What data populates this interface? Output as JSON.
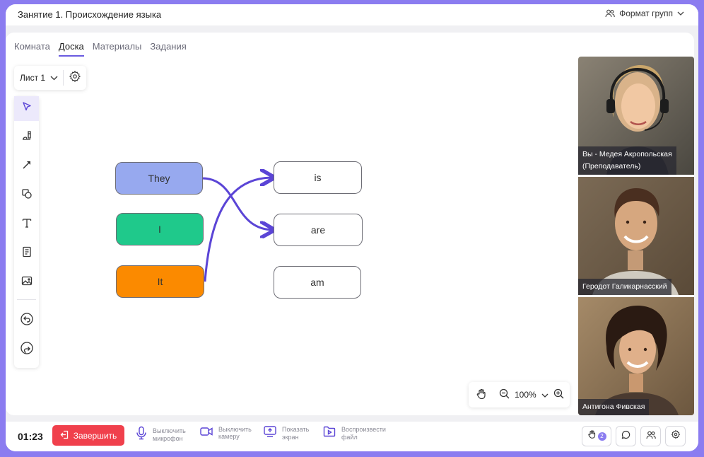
{
  "header": {
    "lesson_title": "Занятие 1. Происхождение языка",
    "group_format_label": "Формат групп"
  },
  "tabs": [
    {
      "label": "Комната"
    },
    {
      "label": "Доска"
    },
    {
      "label": "Материалы"
    },
    {
      "label": "Задания"
    }
  ],
  "active_tab": "Доска",
  "sheet": {
    "selected": "Лист 1"
  },
  "tools": [
    "select-icon",
    "pen-icon",
    "arrow-icon",
    "shapes-icon",
    "text-icon",
    "sticky-note-icon",
    "image-icon",
    "undo-icon",
    "redo-icon"
  ],
  "board": {
    "left_words": [
      {
        "text": "They",
        "color": "#97a9ef"
      },
      {
        "text": "I",
        "color": "#1fc98b"
      },
      {
        "text": "It",
        "color": "#fb8a00"
      }
    ],
    "right_words": [
      {
        "text": "is"
      },
      {
        "text": "are"
      },
      {
        "text": "am"
      }
    ],
    "connector_color": "#5b45d6"
  },
  "zoom": {
    "level": "100%"
  },
  "participants": [
    {
      "name_line1": "Вы - Медея Акропольская",
      "name_line2": "(Преподаватель)"
    },
    {
      "name_line1": "Геродот Галикарнасский"
    },
    {
      "name_line1": "Антигона Фивская"
    }
  ],
  "footer": {
    "timer": "01:23",
    "end_label": "Завершить",
    "mic_label_1": "Выключить",
    "mic_label_2": "микрофон",
    "cam_label_1": "Выключить",
    "cam_label_2": "камеру",
    "share_label_1": "Показать",
    "share_label_2": "экран",
    "play_label_1": "Воспроизвести",
    "play_label_2": "файл",
    "raised_hands_count": "2"
  },
  "colors": {
    "accent": "#8b7cf0",
    "end_button": "#f0404c"
  }
}
